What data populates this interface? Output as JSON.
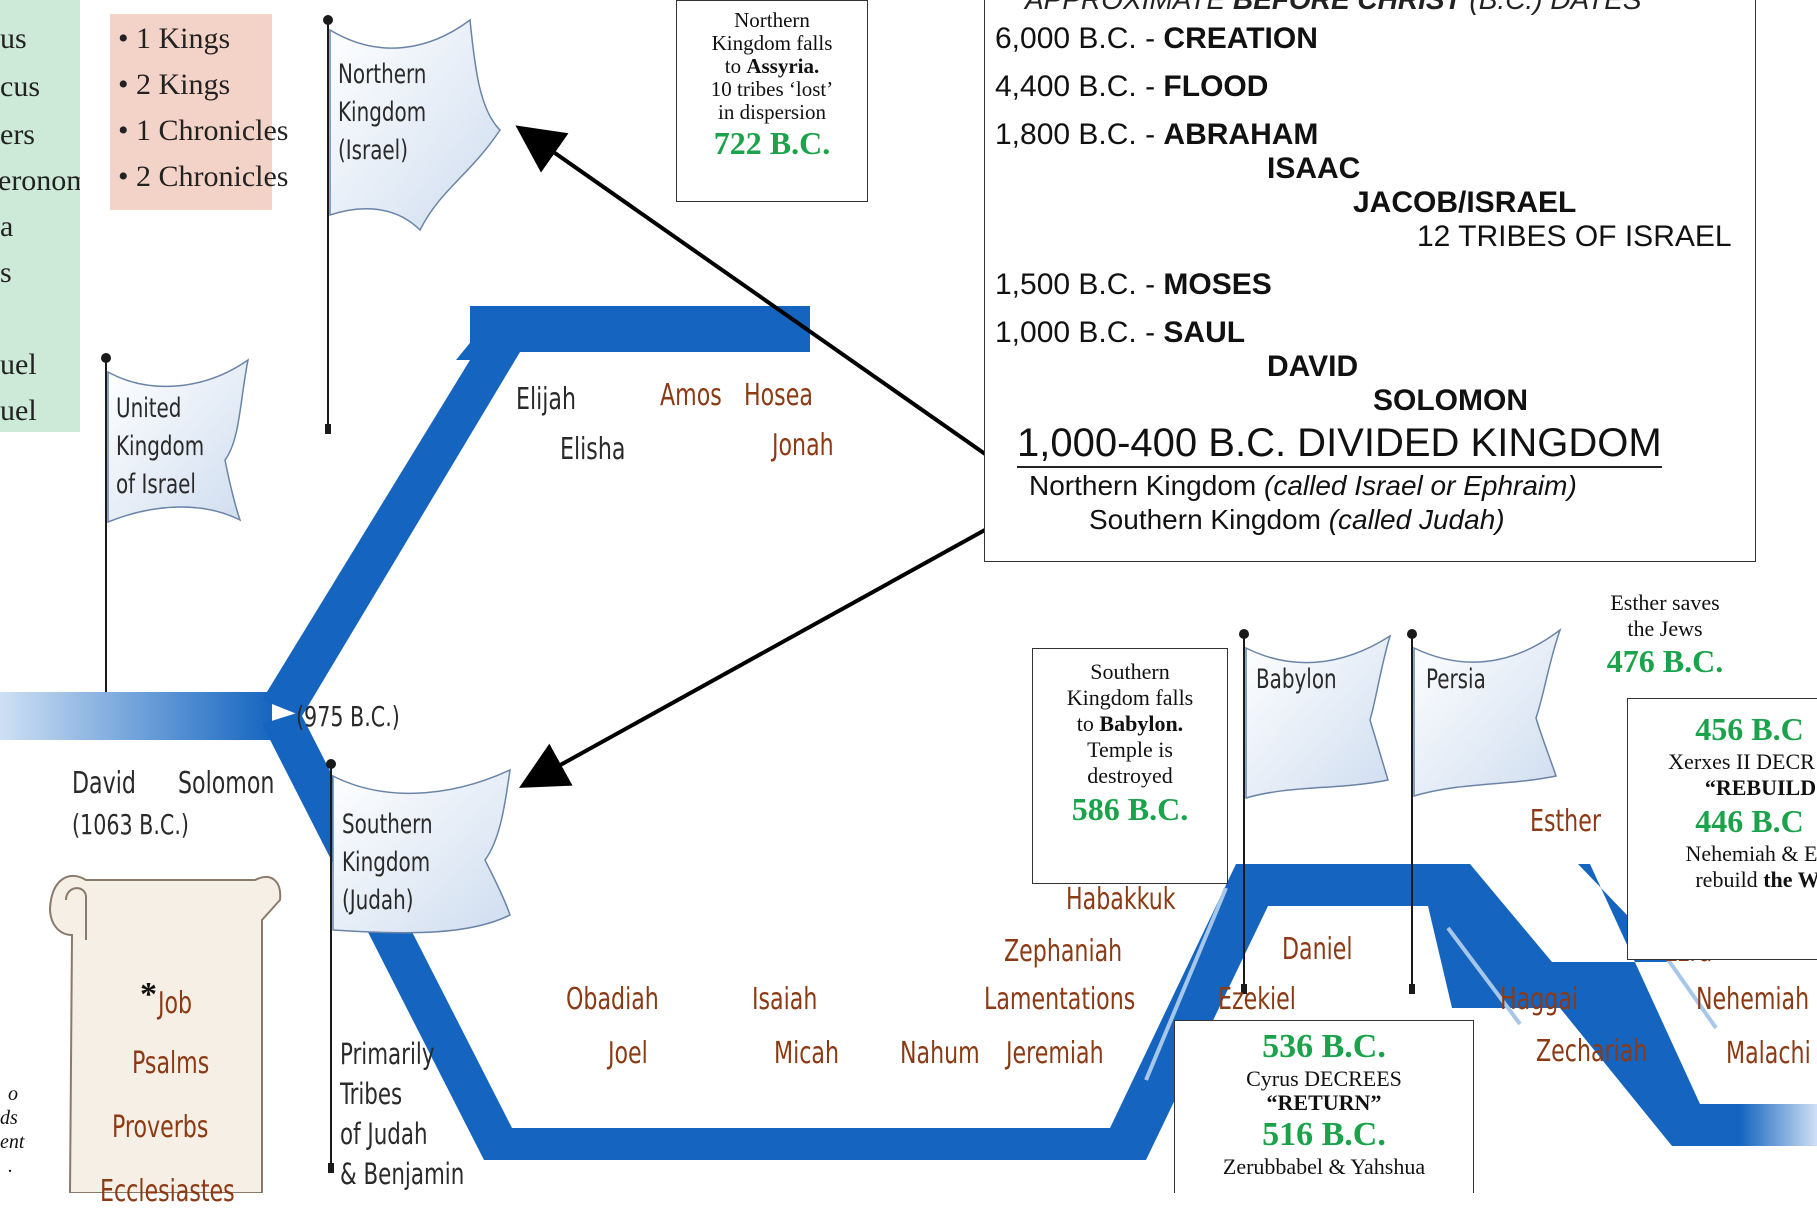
{
  "book_panel_left": {
    "items": [
      "us",
      "cus",
      "ers",
      "eronomy",
      "a",
      "s",
      "uel",
      "uel"
    ]
  },
  "book_panel_kings": {
    "items": [
      "• 1 Kings",
      "• 2 Kings",
      "• 1 Chronicles",
      "• 2 Chronicles"
    ]
  },
  "flags": {
    "northern": [
      "Northern",
      "Kingdom",
      "(Israel)"
    ],
    "united": [
      "United",
      "Kingdom",
      "of Israel"
    ],
    "southern": [
      "Southern",
      "Kingdom",
      "(Judah)"
    ],
    "babylon": "Babylon",
    "persia": "Persia"
  },
  "labels": {
    "date_975": "(975 B.C.)",
    "david": "David",
    "solomon": "Solomon",
    "date_1063": "(1063 B.C.)",
    "primarily": [
      "Primarily",
      "Tribes",
      "of Judah",
      "& Benjamin"
    ]
  },
  "prophets_north": {
    "elijah": "Elijah",
    "elisha": "Elisha",
    "amos": "Amos",
    "hosea": "Hosea",
    "jonah": "Jonah"
  },
  "prophets_south": {
    "obadiah": "Obadiah",
    "joel": "Joel",
    "isaiah": "Isaiah",
    "micah": "Micah",
    "nahum": "Nahum",
    "jeremiah": "Jeremiah",
    "habakkuk": "Habakkuk",
    "zephaniah": "Zephaniah",
    "lamentations": "Lamentations",
    "ezekiel": "Ezekiel",
    "daniel": "Daniel",
    "haggai": "Haggai",
    "zechariah": "Zechariah",
    "esther": "Esther",
    "ezra": "Ezra",
    "nehemiah": "Nehemiah",
    "malachi": "Malachi"
  },
  "scroll": {
    "star": "*",
    "items": [
      "Job",
      "Psalms",
      "Proverbs",
      "Ecclesiastes"
    ]
  },
  "left_note": [
    "o",
    "ds",
    "ent",
    "."
  ],
  "box_722": {
    "lines": [
      "Northern",
      "Kingdom  falls",
      "to ",
      "Assyria.",
      "10 tribes ‘lost’",
      "in dispersion"
    ],
    "date": "722 B.C."
  },
  "box_586": {
    "lines": [
      "Southern",
      "Kingdom falls",
      "to ",
      "Babylon.",
      "Temple is",
      "destroyed"
    ],
    "date": "586 B.C."
  },
  "esther_note": {
    "lines": [
      "Esther saves",
      "the Jews"
    ],
    "date": "476 B.C."
  },
  "box_456": {
    "date1": "456 B.C",
    "line1": "Xerxes II DECR",
    "line2": "“REBUILD",
    "date2": "446 B.C",
    "line3": "Nehemiah & E",
    "line4a": "rebuild ",
    "line4b": "the W"
  },
  "box_536": {
    "date1": "536 B.C.",
    "line1": "Cyrus  DECREES",
    "line2": "“RETURN”",
    "date2": "516 B.C.",
    "line3": "Zerubbabel & Yahshua"
  },
  "dates_box": {
    "header_a": "APPROXIMATE ",
    "header_b": "BEFORE CHRIST",
    "header_c": " (B.C.) DATES",
    "rows": [
      {
        "date": "6,000 B.C. - ",
        "event": "CREATION"
      },
      {
        "date": "4,400 B.C. - ",
        "event": "FLOOD"
      },
      {
        "date": "1,800 B.C. - ",
        "event": "ABRAHAM"
      },
      {
        "date": "",
        "event": "ISAAC"
      },
      {
        "date": "",
        "event": "JACOB/ISRAEL"
      },
      {
        "date": "",
        "event": "12 TRIBES OF ISRAEL"
      },
      {
        "date": "1,500 B.C. - ",
        "event": "MOSES"
      },
      {
        "date": "1,000 B.C. - ",
        "event": "SAUL"
      },
      {
        "date": "",
        "event": "DAVID"
      },
      {
        "date": "",
        "event": "SOLOMON"
      }
    ],
    "divided": "1,000-400 B.C. DIVIDED KINGDOM",
    "north_a": "Northern Kingdom ",
    "north_b": "(called Israel or Ephraim)",
    "south_a": "Southern Kingdom ",
    "south_b": "(called Judah)"
  },
  "colors": {
    "band": "#1565c0",
    "band_light": "#a7c7ea",
    "green": "#1aa34a",
    "prophet": "#8b3a14"
  }
}
